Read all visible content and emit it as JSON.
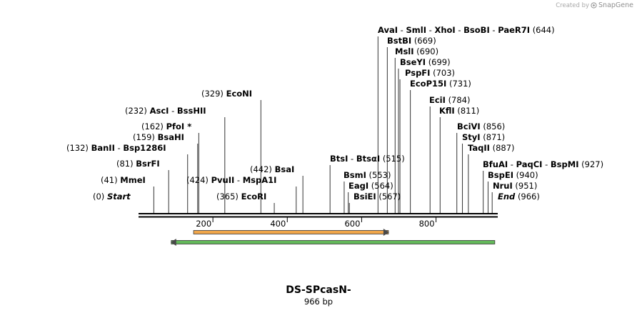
{
  "credit": {
    "prefix": "Created by",
    "brand": "SnapGene"
  },
  "sequence": {
    "name": "DS-SPcasN-",
    "length_label": "966 bp",
    "length": 966
  },
  "ruler": {
    "ticks": [
      "200",
      "400",
      "600",
      "800"
    ]
  },
  "features": [
    {
      "kind": "primer-orange",
      "start": 148,
      "end": 672,
      "direction": "forward",
      "color": "#f0a64a"
    },
    {
      "kind": "arrow-green",
      "start": 88,
      "end": 958,
      "direction": "reverse",
      "color": "#63b85a"
    }
  ],
  "sites": [
    {
      "pos": "(0)",
      "names": [
        "Start"
      ],
      "italic": true
    },
    {
      "pos": "(41)",
      "names": [
        "MmeI"
      ]
    },
    {
      "pos": "(81)",
      "names": [
        "BsrFI"
      ]
    },
    {
      "pos": "(132)",
      "names": [
        "BanII",
        "Bsp1286I"
      ]
    },
    {
      "pos": "(159)",
      "names": [
        "BsaHI"
      ]
    },
    {
      "pos": "(162)",
      "names": [
        "PfoI *"
      ]
    },
    {
      "pos": "(232)",
      "names": [
        "AscI",
        "BssHII"
      ]
    },
    {
      "pos": "(329)",
      "names": [
        "EcoNI"
      ]
    },
    {
      "pos": "(365)",
      "names": [
        "EcoRI"
      ]
    },
    {
      "pos": "(424)",
      "names": [
        "PvuII",
        "MspA1I"
      ]
    },
    {
      "pos": "(442)",
      "names": [
        "BsaI"
      ]
    },
    {
      "pos": "(515)",
      "names": [
        "BtsI",
        "BtsαI"
      ]
    },
    {
      "pos": "(553)",
      "names": [
        "BsmI"
      ]
    },
    {
      "pos": "(564)",
      "names": [
        "EagI"
      ]
    },
    {
      "pos": "(567)",
      "names": [
        "BsiEI"
      ]
    },
    {
      "pos": "(644)",
      "names": [
        "AvaI",
        "SmlI",
        "XhoI",
        "BsoBI",
        "PaeR7I"
      ]
    },
    {
      "pos": "(669)",
      "names": [
        "BstBI"
      ]
    },
    {
      "pos": "(690)",
      "names": [
        "MslI"
      ]
    },
    {
      "pos": "(699)",
      "names": [
        "BseYI"
      ]
    },
    {
      "pos": "(703)",
      "names": [
        "PspFI"
      ]
    },
    {
      "pos": "(731)",
      "names": [
        "EcoP15I"
      ]
    },
    {
      "pos": "(784)",
      "names": [
        "EciI"
      ]
    },
    {
      "pos": "(811)",
      "names": [
        "KflI"
      ]
    },
    {
      "pos": "(856)",
      "names": [
        "BciVI"
      ]
    },
    {
      "pos": "(871)",
      "names": [
        "StyI"
      ]
    },
    {
      "pos": "(887)",
      "names": [
        "TaqII"
      ]
    },
    {
      "pos": "(927)",
      "names": [
        "BfuAI",
        "PaqCI",
        "BspMI"
      ]
    },
    {
      "pos": "(940)",
      "names": [
        "BspEI"
      ]
    },
    {
      "pos": "(951)",
      "names": [
        "NruI"
      ]
    },
    {
      "pos": "(966)",
      "names": [
        "End"
      ],
      "italic": true
    }
  ]
}
